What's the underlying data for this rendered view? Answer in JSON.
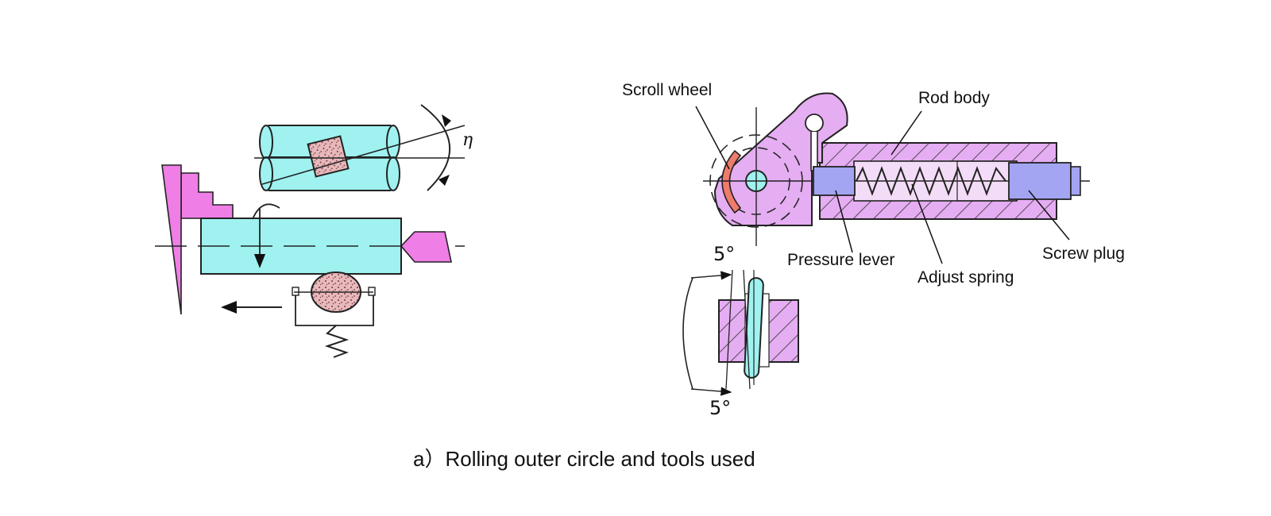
{
  "colors": {
    "cyan": "#9ff2f0",
    "magenta": "#ef7ee6",
    "lavender": "#e5adf2",
    "purple": "#c77ae6",
    "blue": "#a3a4f2",
    "red": "#ee7b6b",
    "stone": "#e7b9bc"
  },
  "diagram": {
    "eta_symbol": "η",
    "angle_top": "5°",
    "angle_bottom": "5°",
    "labels": {
      "scroll_wheel": "Scroll wheel",
      "rod_body": "Rod body",
      "pressure_lever": "Pressure lever",
      "adjust_spring": "Adjust spring",
      "screw_plug": "Screw plug"
    },
    "caption": "a）Rolling outer circle and tools used"
  }
}
